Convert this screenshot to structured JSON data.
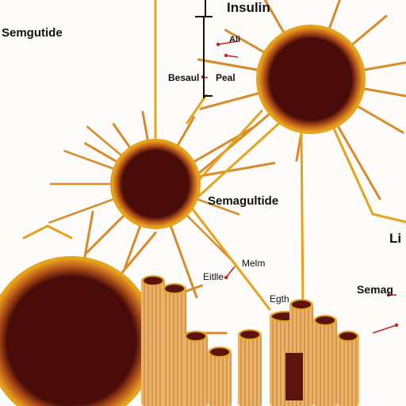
{
  "labels": {
    "top_title": "Insulin",
    "left_top": "Semgutide",
    "center": "Semagultide",
    "small_al": "Ali",
    "small_left": "Besaul",
    "small_right": "Peal",
    "right_edge": "Li",
    "melm": "Melm",
    "eitle": "Eitlle",
    "egth": "Egth",
    "right_lower": "Semag"
  },
  "colors": {
    "cell_body": "#4a0c08",
    "cell_rim": "#e7a21c",
    "dendrite": "#d98a2a",
    "bundle": "#e9b46a",
    "bundle_stripe": "#c37a30",
    "tube_cap": "#5a140c",
    "text": "#111111",
    "pointer": "#c8201a"
  }
}
